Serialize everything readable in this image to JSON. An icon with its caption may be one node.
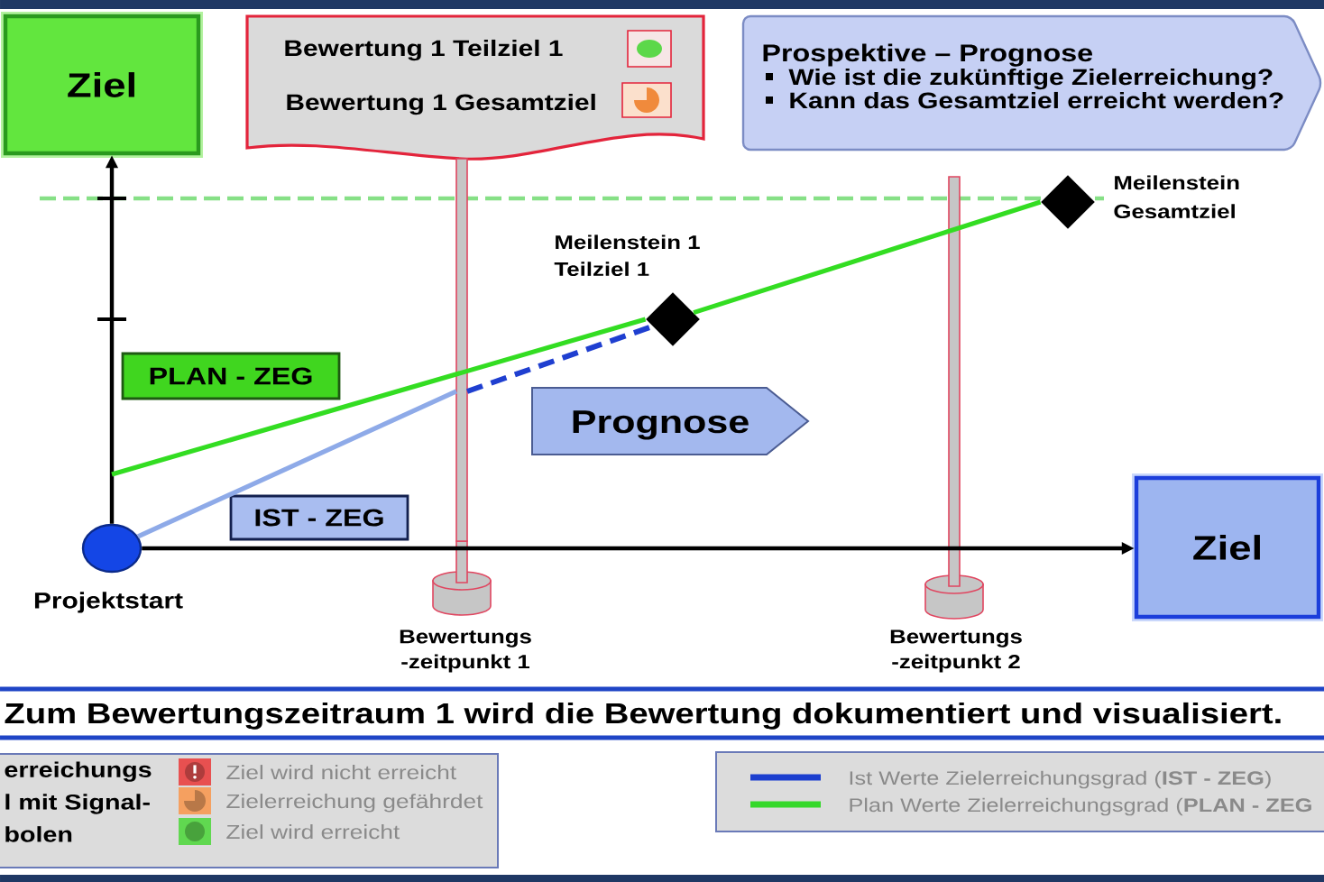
{
  "diagram": {
    "caption": "Zum Bewertungszeitraum 1 wird die Bewertung dokumentiert und visualisiert.",
    "nodes": [
      {
        "text": [
          "Ziel"
        ]
      },
      {
        "text": [
          "Bewertung 1 Teilziel 1",
          "Bewertung 1 Gesamtziel"
        ]
      },
      {
        "text": [
          "Prospektive – Prognose",
          "Wie ist die zukünftige Zielerreichung?",
          "Kann das Gesamtziel erreicht werden?"
        ]
      },
      {
        "text": [],
        "shape": "diamond",
        "beside": [
          "Meilenstein Gesamtziel"
        ]
      },
      {
        "text": [],
        "shape": "diamond",
        "beside": [
          "Meilenstein 1 Teilziel 1"
        ]
      },
      {
        "text": [
          "PLAN - ZEG"
        ]
      },
      {
        "text": [
          "Prognose"
        ]
      },
      {
        "text": [
          "IST - ZEG"
        ]
      },
      {
        "text": [],
        "shape": "circle",
        "beside": [
          "Projektstart"
        ]
      },
      {
        "text": [
          "Ziel"
        ]
      },
      {
        "text": [],
        "shape": "bar"
      }
    ],
    "edges": [
      {
        "from": 8,
        "to": 0,
        "arrow": "to"
      },
      {
        "from": 8,
        "to": 9,
        "arrow": "to"
      },
      {
        "from": null,
        "to": 4,
        "arrow": "none",
        "color": "#33dd22"
      },
      {
        "from": 4,
        "to": 3,
        "arrow": "none",
        "color": "#33dd22"
      },
      {
        "from": 8,
        "to": 10,
        "arrow": "none",
        "color": "#8eaae8"
      },
      {
        "from": 10,
        "to": 4,
        "arrow": "none",
        "style": "dashed",
        "color": "#1f3fd0"
      }
    ],
    "labels": [
      "Bewertungs -zeitpunkt 1",
      "Bewertungs -zeitpunkt 2",
      "erreichungs l mit Signal- bolen"
    ],
    "legend": [
      {
        "text": "Ziel wird nicht erreicht",
        "color": "#e85050"
      },
      {
        "text": "Zielerreichung gefährdet",
        "color": "#f5a060"
      },
      {
        "text": "Ziel wird erreicht",
        "color": "#60d850"
      },
      {
        "text": "Ist Werte Zielerreichungsgrad (**IST - ZEG**)"
      },
      {
        "text": "Plan Werte Zielerreichungsgrad (**PLAN - ZEG**"
      }
    ]
  }
}
